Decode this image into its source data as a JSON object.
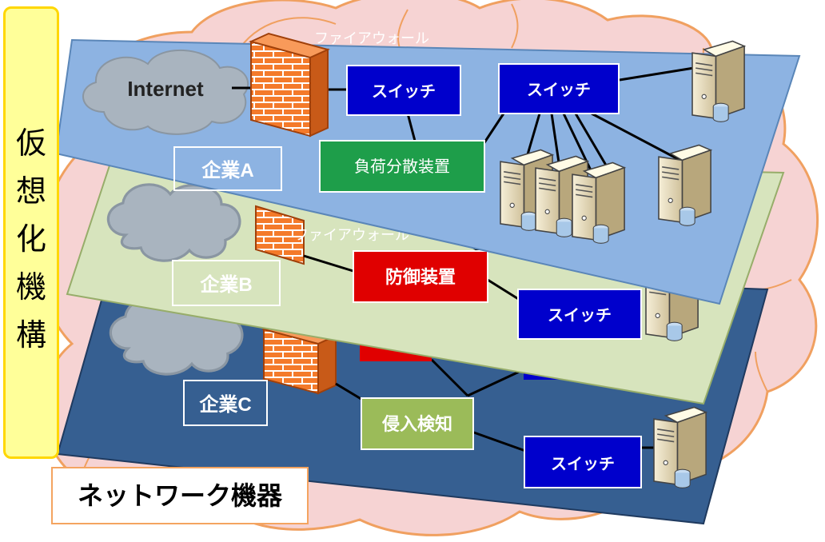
{
  "side_label": "仮想化機構",
  "side_chars": [
    "仮",
    "想",
    "化",
    "機",
    "構"
  ],
  "bottom_label": "ネットワーク機器",
  "internet_label": "Internet",
  "firewall_label": "ファイアウォール",
  "layers": {
    "a": {
      "company": "企業A",
      "switch_1": "スイッチ",
      "switch_2": "スイッチ",
      "load_balancer": "負荷分散装置"
    },
    "b": {
      "company": "企業B",
      "defense": "防御装置",
      "switch": "スイッチ"
    },
    "c": {
      "company": "企業C",
      "ids": "侵入検知",
      "switch": "スイッチ"
    }
  },
  "colors": {
    "cloud_pink": "#f6d3d3",
    "cloud_border": "#f0a060",
    "layer_a": "#8db3e2",
    "layer_b": "#d7e4bd",
    "layer_c": "#365f91",
    "switch_blue": "#0000cc",
    "load_balancer_green": "#1e9e4a",
    "defense_red": "#e00000",
    "ids_green": "#9bbb59",
    "side_yellow": "#ffff99"
  },
  "icons": [
    "firewall-icon",
    "cloud-icon",
    "server-icon"
  ]
}
